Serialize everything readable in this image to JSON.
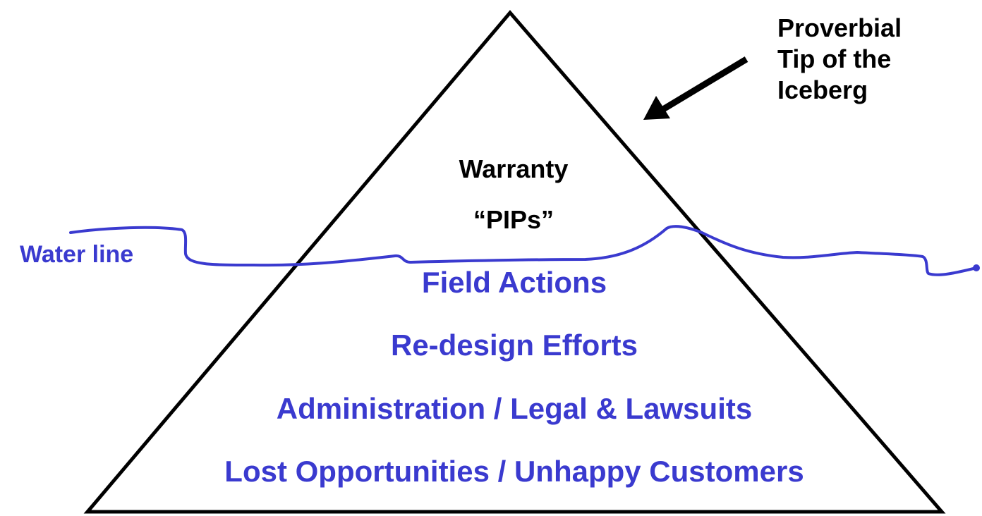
{
  "colors": {
    "outline": "#000000",
    "water_line": "#3a3acf",
    "text_above": "#000000",
    "text_below": "#3a3acf"
  },
  "above_water": {
    "line1": "Warranty",
    "line2": "“PIPs”"
  },
  "water_line_label": "Water line",
  "below_water": [
    "Field Actions",
    "Re-design Efforts",
    "Administration / Legal & Lawsuits",
    "Lost Opportunities / Unhappy Customers"
  ],
  "callout": {
    "lines": [
      "Proverbial",
      "Tip of the",
      "Iceberg"
    ],
    "icon": "arrow-icon"
  }
}
